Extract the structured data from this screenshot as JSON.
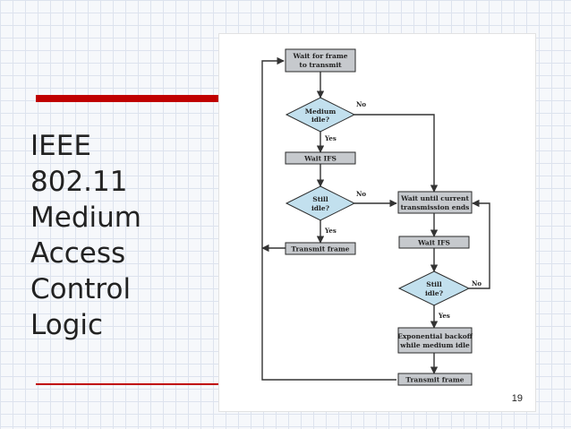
{
  "slide": {
    "title_lines": [
      "IEEE",
      "802.11",
      "Medium",
      "Access",
      "Control",
      "Logic"
    ],
    "page_number": "19"
  },
  "flowchart": {
    "wait_frame": [
      "Wait for frame",
      "to transmit"
    ],
    "medium_idle": [
      "Medium",
      "idle?"
    ],
    "wait_ifs_1": "Wait IFS",
    "still_idle_1": [
      "Still",
      "idle?"
    ],
    "transmit_1": "Transmit frame",
    "wait_until": [
      "Wait until current",
      "transmission ends"
    ],
    "wait_ifs_2": "Wait IFS",
    "still_idle_2": [
      "Still",
      "idle?"
    ],
    "backoff": [
      "Exponential backoff",
      "while medium idle"
    ],
    "transmit_2": "Transmit frame",
    "label_no": "No",
    "label_yes": "Yes"
  },
  "colors": {
    "accent_red": "#c00000",
    "decision_fill": "#c2e0ee",
    "process_fill": "#c6c9cd"
  }
}
